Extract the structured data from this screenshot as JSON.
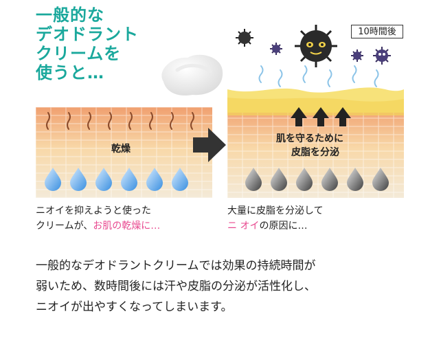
{
  "headline": {
    "lines": [
      "一般的な",
      "デオドラント",
      "クリームを",
      "使うと…"
    ]
  },
  "badge": "10時間後",
  "left_panel": {
    "label": "乾燥",
    "caption_line1": "ニオイを抑えようと使った",
    "caption_line2_normal": "クリームが、",
    "caption_line2_highlight": "お肌の乾燥に…"
  },
  "right_panel": {
    "label_line1": "肌を守るために",
    "label_line2": "皮脂を分泌",
    "caption_line1": "大量に皮脂を分泌して",
    "caption_line2_highlight": "ニ オイ",
    "caption_line2_normal": "の原因に…"
  },
  "body": {
    "lines": [
      "一般的なデオドラントクリームでは効果の持続時間が",
      "弱いため、数時間後には汗や皮脂の分泌が活性化し、",
      "ニオイが出やすくなってしまいます。"
    ]
  },
  "colors": {
    "accent": "#1aa89c",
    "highlight": "#e8488f",
    "sebum": "#f7e27a"
  }
}
